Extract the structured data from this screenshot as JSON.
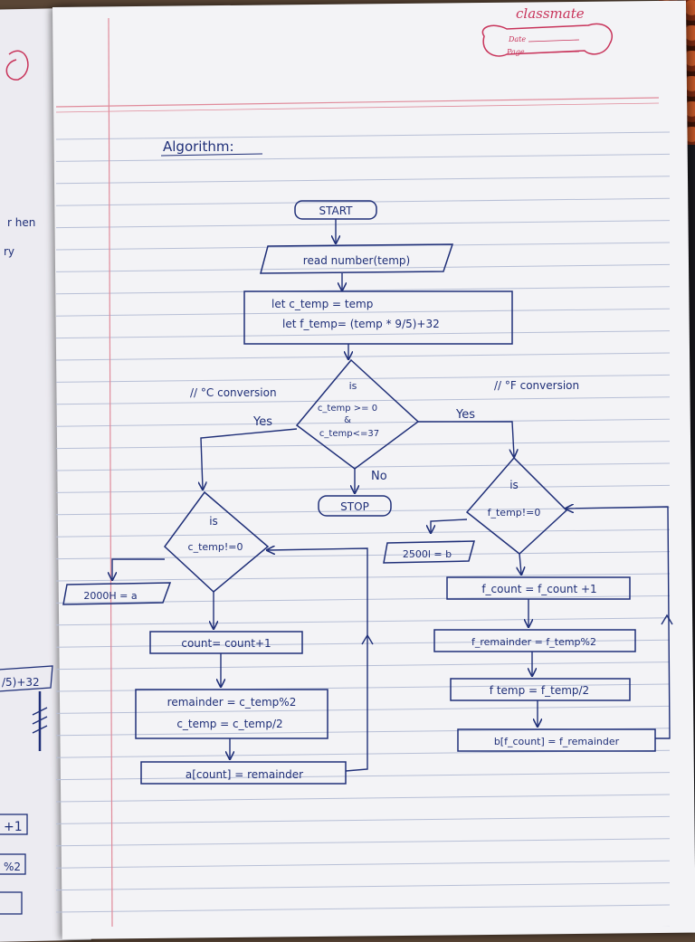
{
  "header": {
    "brand": "classmate",
    "date_label": "Date",
    "page_label": "Page"
  },
  "title": "Algorithm:",
  "nodes": {
    "start": "START",
    "read": "read number(temp)",
    "assign_c": "let c_temp = temp",
    "assign_f": "let f_temp= (temp * 9/5)+32",
    "decision_is": "is",
    "decision_line1": "c_temp >= 0",
    "decision_line2": "&",
    "decision_line3": "c_temp<=37",
    "stop": "STOP",
    "is_c_word": "is",
    "is_c_expr": "c_temp!=0",
    "addr_a": "2000H = a",
    "count_inc": "count= count+1",
    "remainder": "remainder = c_temp%2",
    "c_div": "c_temp = c_temp/2",
    "store_a": "a[count] = remainder",
    "is_f_word": "is",
    "is_f_expr": "f_temp!=0",
    "addr_b": "2500l = b",
    "f_count_inc": "f_count = f_count +1",
    "f_remainder": "f_remainder = f_temp%2",
    "f_div": "f temp = f_temp/2",
    "store_b": "b[f_count] = f_remainder"
  },
  "labels": {
    "c_conversion": "// °C conversion",
    "f_conversion": "// °F conversion",
    "yes_left": "Yes",
    "yes_right": "Yes",
    "no": "No"
  },
  "margin_fragments": {
    "f1": "r hen",
    "f2": "ry",
    "f3": "/5)+32",
    "f4": "+1",
    "f5": "%2"
  },
  "colors": {
    "ink": "#1f2f78",
    "rule": "#b7bfd6",
    "margin": "#e08a9a",
    "brand": "#c8335a"
  }
}
